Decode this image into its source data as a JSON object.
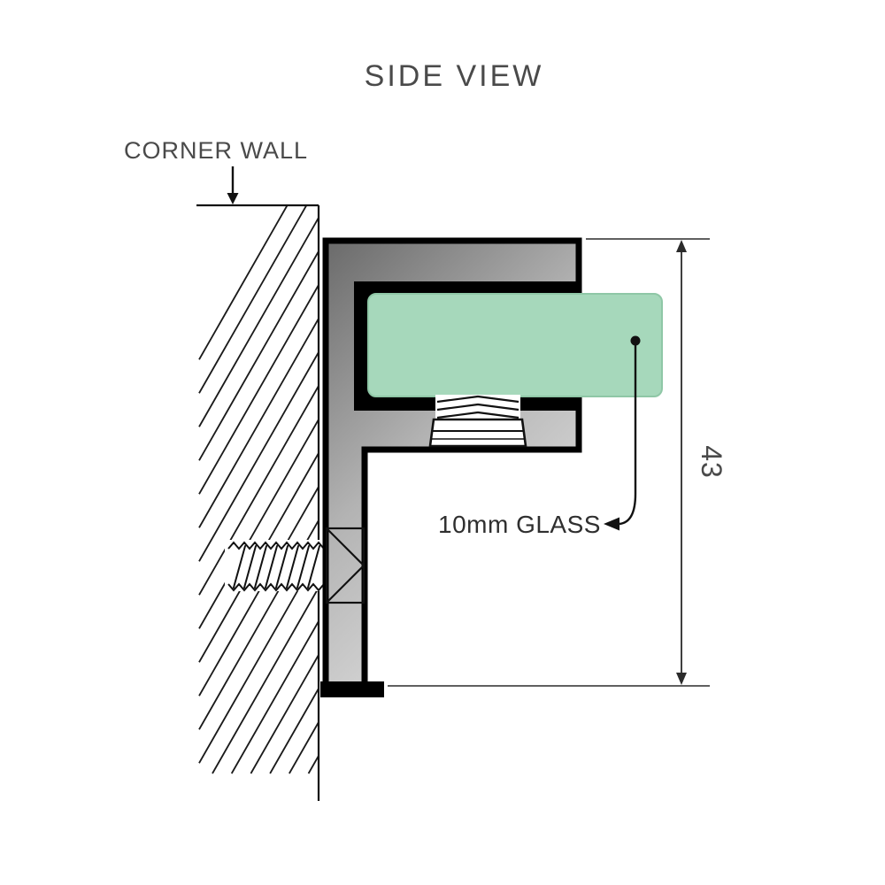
{
  "title": "SIDE VIEW",
  "diagram": {
    "wall_label": "CORNER WALL",
    "glass_label": "10mm GLASS",
    "dimension_value": "43"
  },
  "colors": {
    "glass": "#a6d8bb",
    "metal_dark": "#6a6a6a",
    "metal_mid": "#b3b3b3",
    "metal_light": "#e0e0e0",
    "outline": "#000000",
    "label_text": "#4a4a4a",
    "annotation_text": "#2f2f2f"
  }
}
